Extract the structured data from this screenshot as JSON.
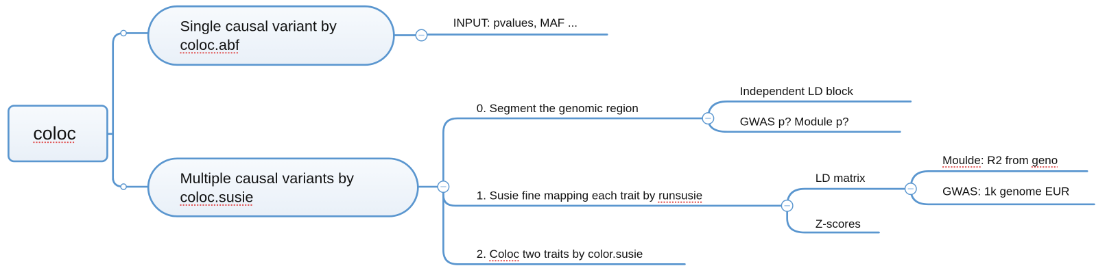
{
  "root": {
    "label": "coloc"
  },
  "colors": {
    "line": "#5a96cf",
    "box_fill_top": "#f7fafd",
    "box_fill_bottom": "#e9f0f8",
    "spellcheck": "#e05050"
  },
  "branches": [
    {
      "line1": "Single causal variant by",
      "line2": "coloc.abf",
      "children": [
        {
          "label": "INPUT: pvalues, MAF ..."
        }
      ]
    },
    {
      "line1": "Multiple causal variants by",
      "line2": "coloc.susie",
      "children": [
        {
          "label": "0. Segment the genomic region",
          "children": [
            {
              "label": "Independent LD block"
            },
            {
              "label": "GWAS p? Module p?"
            }
          ]
        },
        {
          "label_pre": "1. Susie fine mapping each trait by ",
          "label_word": "runsusie",
          "children": [
            {
              "label": "LD matrix",
              "children": [
                {
                  "word1": "Moulde",
                  "mid": ": R2 from ",
                  "word2": "geno"
                },
                {
                  "label": "GWAS: 1k genome EUR"
                }
              ]
            },
            {
              "label": "Z-scores"
            }
          ]
        },
        {
          "label_pre": "2. ",
          "label_word": "Coloc",
          "label_post": " two traits by color.susie"
        }
      ]
    }
  ],
  "icons": {
    "collapse": "minus-circle-icon",
    "attach": "attach-point-icon"
  }
}
